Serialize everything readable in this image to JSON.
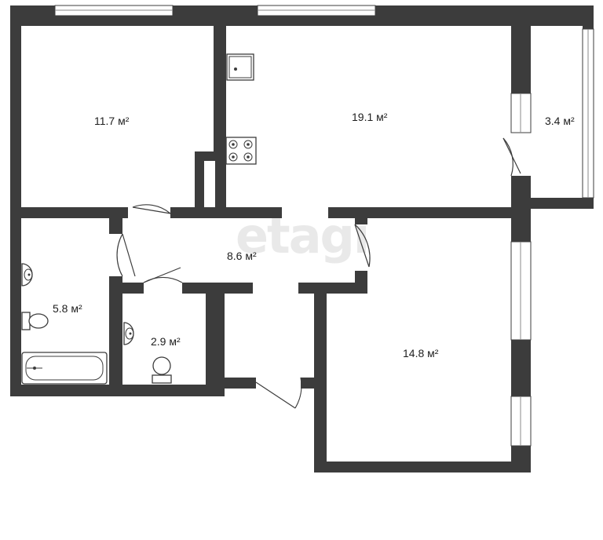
{
  "watermark": "etagi",
  "rooms": {
    "bedroom_left": "11.7 м²",
    "kitchen_living": "19.1 м²",
    "balcony": "3.4 м²",
    "hallway": "8.6 м²",
    "bathroom": "5.8 м²",
    "toilet": "2.9 м²",
    "bedroom_right": "14.8 м²"
  },
  "colors": {
    "wall": "#3c3c3c",
    "background": "#ffffff",
    "watermark": "#e9e9e9"
  },
  "icons": [
    "kitchen-sink-icon",
    "stove-icon",
    "washbasin-icon",
    "toilet-icon",
    "bathtub-icon"
  ]
}
